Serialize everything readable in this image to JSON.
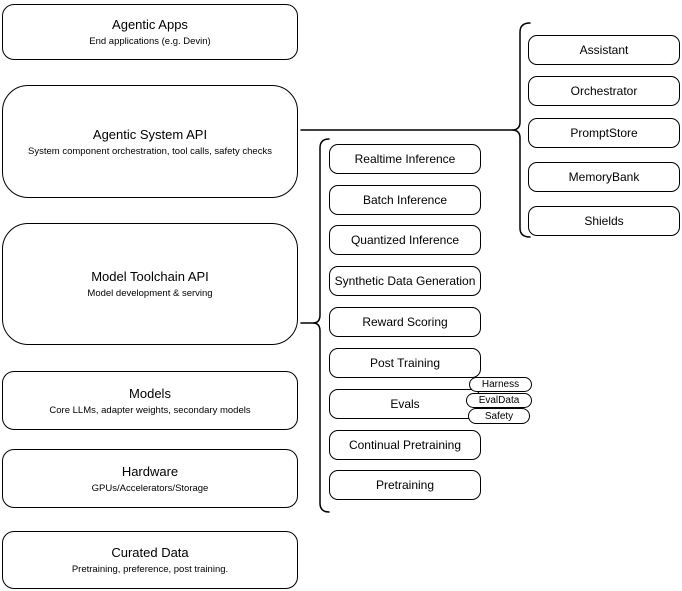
{
  "diagram": {
    "layers": [
      {
        "title": "Agentic Apps",
        "subtitle": "End applications (e.g. Devin)"
      },
      {
        "title": "Agentic System API",
        "subtitle": "System component orchestration, tool calls, safety checks"
      },
      {
        "title": "Model Toolchain API",
        "subtitle": "Model development & serving"
      },
      {
        "title": "Models",
        "subtitle": "Core LLMs, adapter weights, secondary models"
      },
      {
        "title": "Hardware",
        "subtitle": "GPUs/Accelerators/Storage"
      },
      {
        "title": "Curated Data",
        "subtitle": "Pretraining, preference, post training."
      }
    ],
    "toolchain_items": [
      "Realtime Inference",
      "Batch Inference",
      "Quantized Inference",
      "Synthetic Data Generation",
      "Reward Scoring",
      "Post Training",
      "Evals",
      "Continual Pretraining",
      "Pretraining"
    ],
    "evals_tags": [
      "Harness",
      "EvalData",
      "Safety"
    ],
    "system_components": [
      "Assistant",
      "Orchestrator",
      "PromptStore",
      "MemoryBank",
      "Shields"
    ],
    "colors": {
      "stroke": "#000000",
      "background": "#ffffff",
      "text": "#000000"
    }
  }
}
